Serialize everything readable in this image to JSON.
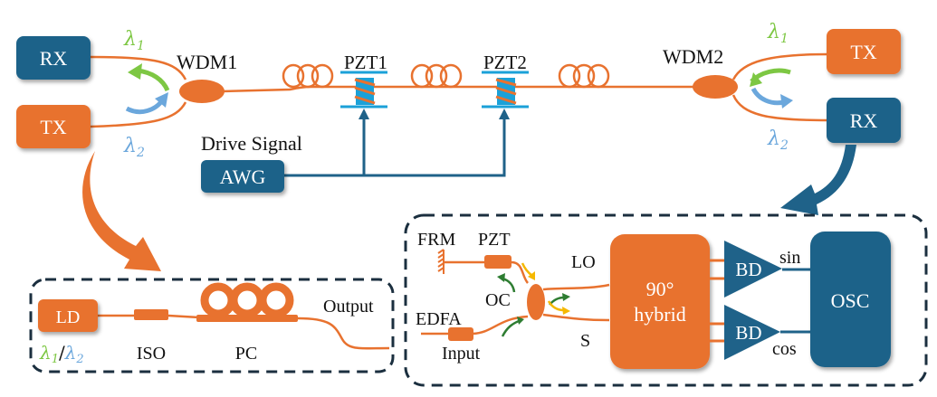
{
  "colors": {
    "orange": "#E8722F",
    "blue": "#1F6289",
    "light_blue": "#1BA1D8",
    "green": "#7DC743",
    "sky": "#6BA7DC",
    "dark_green": "#2E7D32",
    "yellow": "#F5B800",
    "dash": "#1B2F3F"
  },
  "top": {
    "left_rx": "RX",
    "left_tx": "TX",
    "right_tx": "TX",
    "right_rx": "RX",
    "wdm1": "WDM1",
    "wdm2": "WDM2",
    "pzt1": "PZT1",
    "pzt2": "PZT2",
    "drive_signal": "Drive Signal",
    "awg": "AWG",
    "lambda1": "λ",
    "lambda1_sub": "1",
    "lambda2": "λ",
    "lambda2_sub": "2"
  },
  "tx_detail": {
    "ld": "LD",
    "lambda_label_1": "λ",
    "lambda_label_1_sub": "1",
    "slash": "/",
    "lambda_label_2": "λ",
    "lambda_label_2_sub": "2",
    "iso": "ISO",
    "pc": "PC",
    "output": "Output"
  },
  "rx_detail": {
    "frm": "FRM",
    "pzt": "PZT",
    "oc": "OC",
    "edfa": "EDFA",
    "input": "Input",
    "lo": "LO",
    "s": "S",
    "hybrid_line1": "90°",
    "hybrid_line2": "hybrid",
    "bd_top": "BD",
    "bd_bottom": "BD",
    "sin": "sin",
    "cos": "cos",
    "osc": "OSC"
  }
}
